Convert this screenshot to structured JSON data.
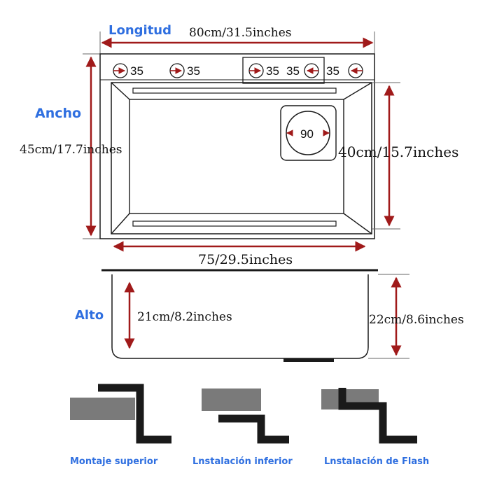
{
  "labels": {
    "longitud": "Longitud",
    "ancho": "Ancho",
    "alto": "Alto"
  },
  "dimensions": {
    "overall_length": "80cm/31.5inches",
    "overall_width": "45cm/17.7inches",
    "bowl_width": "40cm/15.7inches",
    "bowl_length": "75/29.5inches",
    "inner_depth": "21cm/8.2inches",
    "outer_depth": "22cm/8.6inches"
  },
  "holes": [
    "35",
    "35",
    "35",
    "35",
    "35"
  ],
  "drain": "90",
  "installation": {
    "top": "Montaje superior",
    "under": "Lnstalación inferior",
    "flush": "Lnstalación de Flash"
  },
  "colors": {
    "accent_blue": "#2f6fe0",
    "dimension_red": "#a01a1a",
    "line_dark": "#1a1a1a",
    "slab_gray": "#7a7a7a"
  }
}
